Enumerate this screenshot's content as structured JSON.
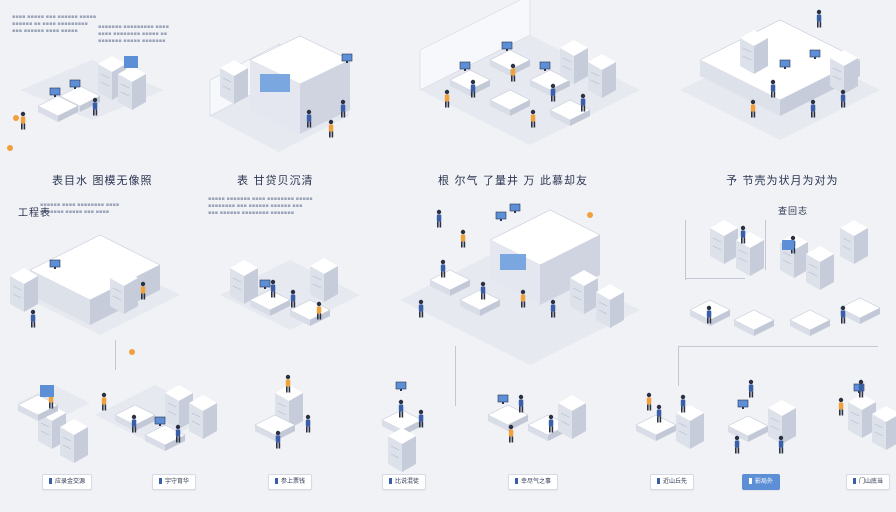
{
  "headings": {
    "row1_label_1": "表目水 图模无像照",
    "row1_label_2": "表 甘贷贝沉清",
    "row1_label_3": "根 尔气 了量井 万 此慕却友",
    "row1_label_4": "予 节壳为状月为对为",
    "row2_label_left": "工程表",
    "row2_label_right": "查回志"
  },
  "pills": [
    {
      "label": "应录金交源",
      "active": false
    },
    {
      "label": "宇守育华",
      "active": false
    },
    {
      "label": "参上票钱",
      "active": false
    },
    {
      "label": "比说混徒",
      "active": false
    },
    {
      "label": "幸尽气之事",
      "active": false
    },
    {
      "label": "近山丘先",
      "active": false
    },
    {
      "label": "影局外",
      "active": true
    },
    {
      "label": "门山底当",
      "active": false
    }
  ],
  "colors": {
    "accent": "#5d8fd6",
    "navy": "#3b5ea8",
    "orange": "#f0a03c",
    "surface": "#ffffff",
    "background": "#f1f2f6"
  },
  "icons": [
    "isometric-lab-scene-icon",
    "person-figure-icon",
    "monitor-icon",
    "server-rack-icon"
  ]
}
